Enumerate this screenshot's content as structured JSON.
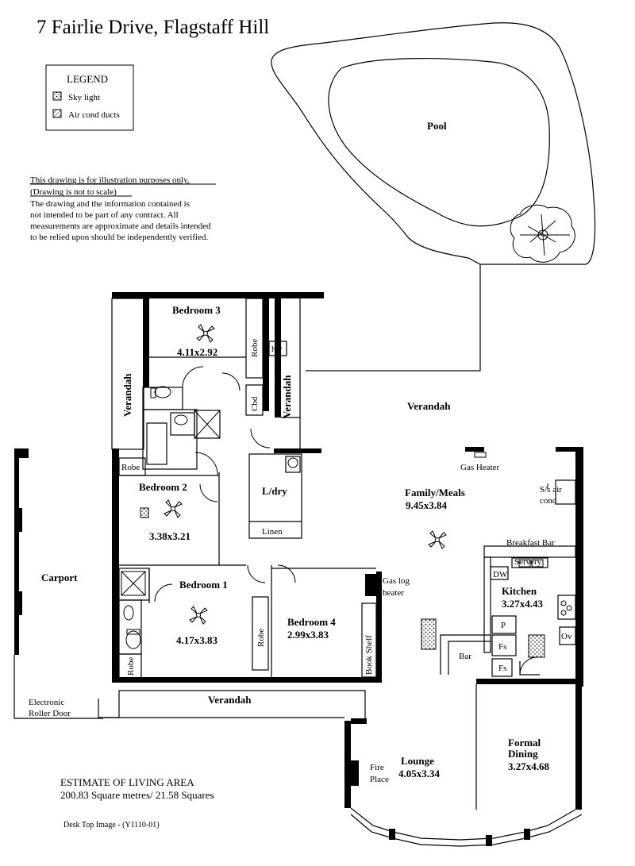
{
  "title": "7 Fairlie Drive,  Flagstaff Hill",
  "legend": {
    "heading": "LEGEND",
    "items": [
      {
        "icon": "skylight-icon",
        "label": "Sky light"
      },
      {
        "icon": "air-cond-duct-icon",
        "label": "Air cond ducts"
      }
    ]
  },
  "disclaimer": {
    "line1": "This drawing is for illustration purposes only.",
    "line2": "(Drawing is not to scale)",
    "line3": "The drawing and the information contained is",
    "line4": "not intended to be part of any contract.  All",
    "line5": "measurements are approximate and details intended",
    "line6": "to be relied upon should be independently verified."
  },
  "rooms": {
    "pool": "Pool",
    "bedroom3": {
      "name": "Bedroom 3",
      "size": "4.11x2.92"
    },
    "bedroom2": {
      "name": "Bedroom 2",
      "size": "3.38x3.21"
    },
    "bedroom1": {
      "name": "Bedroom 1",
      "size": "4.17x3.83"
    },
    "bedroom4": {
      "name": "Bedroom 4",
      "size": "2.99x3.83"
    },
    "family": {
      "name": "Family/Meals",
      "size": "9.45x3.84"
    },
    "kitchen": {
      "name": "Kitchen",
      "size": "3.27x4.43"
    },
    "lounge": {
      "name": "Lounge",
      "size": "4.05x3.34"
    },
    "dining": {
      "name1": "Formal",
      "name2": "Dining",
      "size": "3.27x4.68"
    },
    "carport": "Carport",
    "laundry": "L/dry"
  },
  "labels": {
    "verandah_left": "Verandah",
    "verandah_mid": "Verandah",
    "verandah_top": "Verandah",
    "verandah_bottom": "Verandah",
    "robe_b3": "Robe",
    "hw": "hw",
    "cbd": "Cbd",
    "robe_b2": "Robe",
    "robe_b1a": "Robe",
    "robe_b1b": "Robe",
    "book_shelf": "Book Shelf",
    "linen": "Linen",
    "gas_heater": "Gas Heater",
    "ac1": "S/s air",
    "ac2": "cond",
    "breakfast_bar": "Breakfast Bar",
    "servery": "Servery",
    "dw": "DW",
    "gas_log1": "Gas log",
    "gas_log2": "heater",
    "bar": "Bar",
    "pantry": "P",
    "fs1": "Fs",
    "fs2": "Fs",
    "ov": "Ov",
    "fire1": "Fire",
    "fire2": "Place",
    "door1": "Electronic",
    "door2": "Roller Door"
  },
  "estimate": {
    "heading": "ESTIMATE OF LIVING AREA",
    "value": "200.83 Square metres/  21.58 Squares"
  },
  "image_ref": "Desk Top Image - (Y1110-01)"
}
